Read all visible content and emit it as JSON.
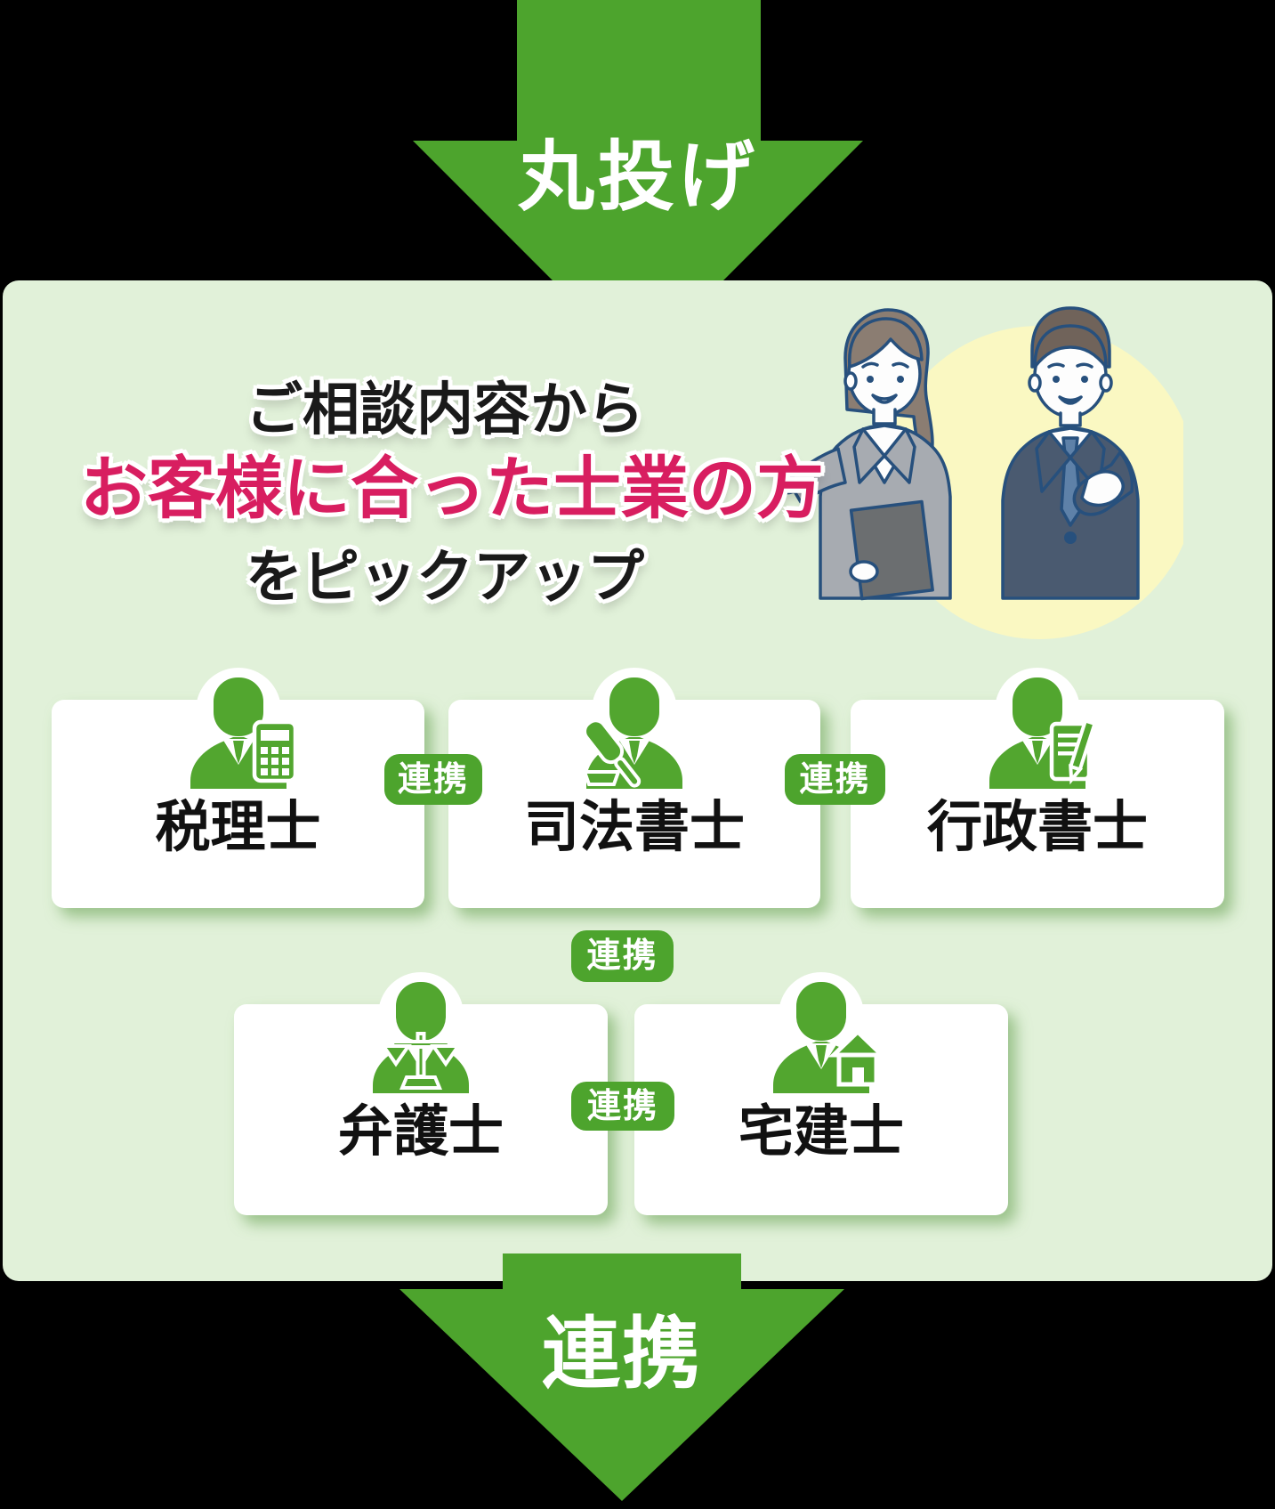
{
  "top_arrow": {
    "label": "丸投げ"
  },
  "heading": {
    "line1": "ご相談内容から",
    "line2_highlight": "お客様に合った士業の方",
    "line3": "をピックアップ"
  },
  "illustration": {
    "female_consultant_icon": "female-consultant-illustration",
    "male_consultant_icon": "male-consultant-illustration",
    "highlight_circle_icon": "yellow-highlight-circle"
  },
  "professional_cards": [
    {
      "label": "税理士",
      "icon": "tax-accountant-calculator-icon"
    },
    {
      "label": "司法書士",
      "icon": "judicial-scrivener-gavel-icon"
    },
    {
      "label": "行政書士",
      "icon": "administrative-scrivener-document-icon"
    },
    {
      "label": "弁護士",
      "icon": "lawyer-scales-icon"
    },
    {
      "label": "宅建士",
      "icon": "realtor-house-icon"
    }
  ],
  "link_badges": [
    {
      "label": "連携"
    },
    {
      "label": "連携"
    },
    {
      "label": "連携"
    },
    {
      "label": "連携"
    }
  ],
  "bottom_arrow": {
    "label": "連携"
  },
  "colors": {
    "arrow_green": "#4DA42D",
    "badge_green": "#4DA42D",
    "icon_green": "#52A62F",
    "panel_green": "#E1F1D9",
    "accent_pink": "#D81E60",
    "highlight_yellow": "#FAF8C2",
    "outline_navy": "#27507D"
  }
}
